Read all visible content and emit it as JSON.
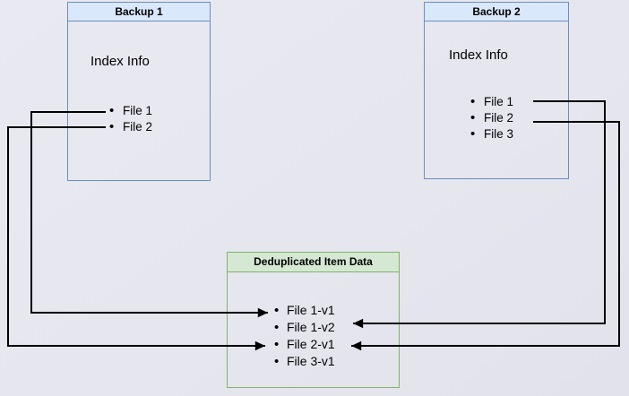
{
  "backup1": {
    "title": "Backup 1",
    "subtitle": "Index Info",
    "files": [
      "File 1",
      "File 2"
    ]
  },
  "backup2": {
    "title": "Backup 2",
    "subtitle": "Index Info",
    "files": [
      "File 1",
      "File 2",
      "File 3"
    ]
  },
  "dedup": {
    "title": "Deduplicated Item Data",
    "items": [
      "File 1-v1",
      "File 1-v2",
      "File 2-v1",
      "File 3-v1"
    ]
  },
  "edges": [
    {
      "from": "Backup 1 / File 1",
      "to": "Deduplicated Item Data / File 1-v1"
    },
    {
      "from": "Backup 1 / File 2",
      "to": "Deduplicated Item Data / File 2-v1"
    },
    {
      "from": "Backup 2 / File 1",
      "to": "Deduplicated Item Data / File 1-v2"
    },
    {
      "from": "Backup 2 / File 2",
      "to": "Deduplicated Item Data / File 2-v1"
    }
  ],
  "glyphs": {
    "bullet": "•"
  },
  "colors": {
    "background": "#e6e6ef",
    "backup_box_border": "#6c8ebf",
    "backup_header_fill": "#dae8fc",
    "dedup_box_border": "#82b366",
    "dedup_header_fill": "#d5e8d4",
    "arrow": "#000000",
    "text": "#000000"
  }
}
